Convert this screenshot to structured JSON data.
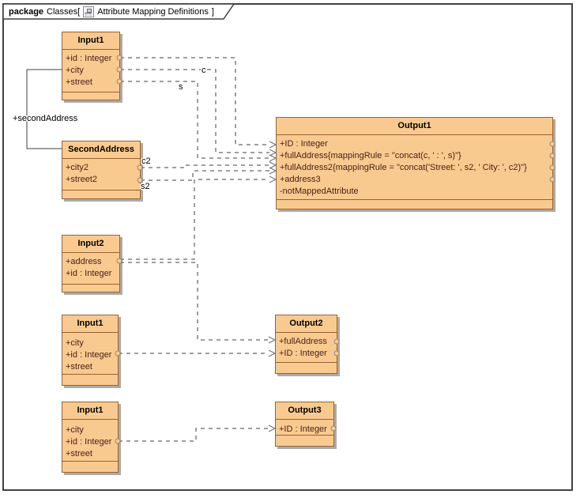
{
  "frame": {
    "tab": {
      "keyword": "package",
      "context": "Classes[",
      "diagram_title": "Attribute Mapping Definitions",
      "close_bracket": "]"
    }
  },
  "classes": [
    {
      "title": "Input1",
      "attrs": [
        "+id : Integer",
        "+city",
        "+street"
      ]
    },
    {
      "title": "SecondAddress",
      "attrs": [
        "+city2",
        "+street2"
      ]
    },
    {
      "title": "Input2",
      "attrs": [
        "+address",
        "+id : Integer"
      ]
    },
    {
      "title": "Input1",
      "attrs": [
        "+city",
        "+id : Integer",
        "+street"
      ]
    },
    {
      "title": "Output2",
      "attrs": [
        "+fullAddress",
        "+ID : Integer"
      ]
    },
    {
      "title": "Input1",
      "attrs": [
        "+city",
        "+id : Integer",
        "+street"
      ]
    },
    {
      "title": "Output3",
      "attrs": [
        "+ID : Integer"
      ]
    },
    {
      "title": "Output1",
      "attrs": [
        "+ID : Integer",
        "+fullAddress{mappingRule = \"concat(c, ' : ', s)\"}",
        "+fullAddress2{mappingRule = \"concat('Street: ', s2, ' City: ', c2)\"}",
        "+address3",
        "-notMappedAttribute"
      ]
    }
  ],
  "connector_labels": {
    "second_address": "+secondAddress",
    "c": "c",
    "s": "s",
    "c2": "c2",
    "s2": "s2"
  },
  "colors": {
    "class_fill": "#F9CA8F",
    "class_border": "#9A6231",
    "shadow": "#ABABAB",
    "line": "#3F3F3F",
    "frame_border": "#414141",
    "attr_text": "#4B2117"
  }
}
